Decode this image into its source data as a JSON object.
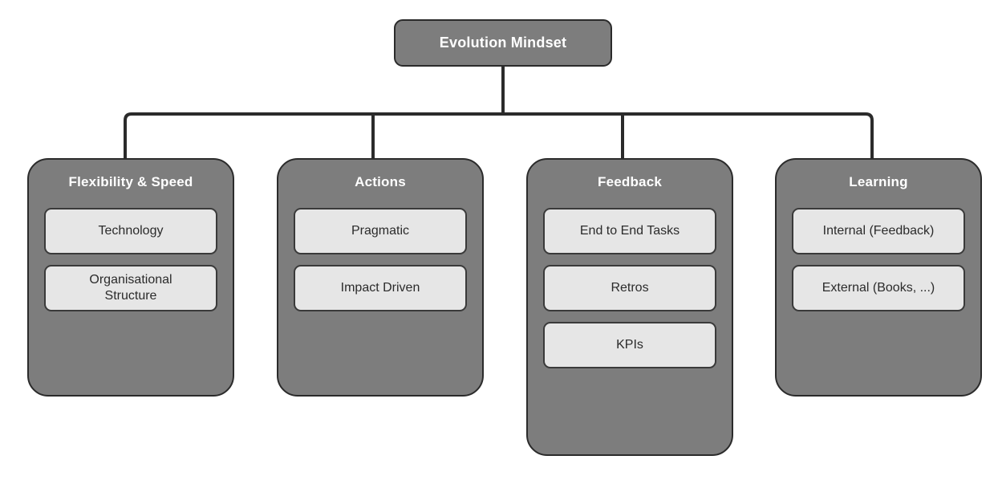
{
  "diagram": {
    "title": "Evolution Mindset",
    "colors": {
      "background": "#ffffff",
      "node_fill": "#7d7d7d",
      "node_stroke": "#2b2b2b",
      "node_text": "#ffffff",
      "chip_fill": "#e6e6e6",
      "chip_stroke": "#3a3a3a",
      "chip_text": "#2b2b2b",
      "connector": "#2b2b2b"
    },
    "root": {
      "label": "Evolution Mindset"
    },
    "branches": [
      {
        "label": "Flexibility & Speed",
        "items": [
          {
            "label": "Technology"
          },
          {
            "label": "Organisational\nStructure"
          }
        ]
      },
      {
        "label": "Actions",
        "items": [
          {
            "label": "Pragmatic"
          },
          {
            "label": "Impact Driven"
          }
        ]
      },
      {
        "label": "Feedback",
        "items": [
          {
            "label": "End to End Tasks"
          },
          {
            "label": "Retros"
          },
          {
            "label": "KPIs"
          }
        ]
      },
      {
        "label": "Learning",
        "items": [
          {
            "label": "Internal (Feedback)"
          },
          {
            "label": "External (Books, ...)"
          }
        ]
      }
    ]
  }
}
